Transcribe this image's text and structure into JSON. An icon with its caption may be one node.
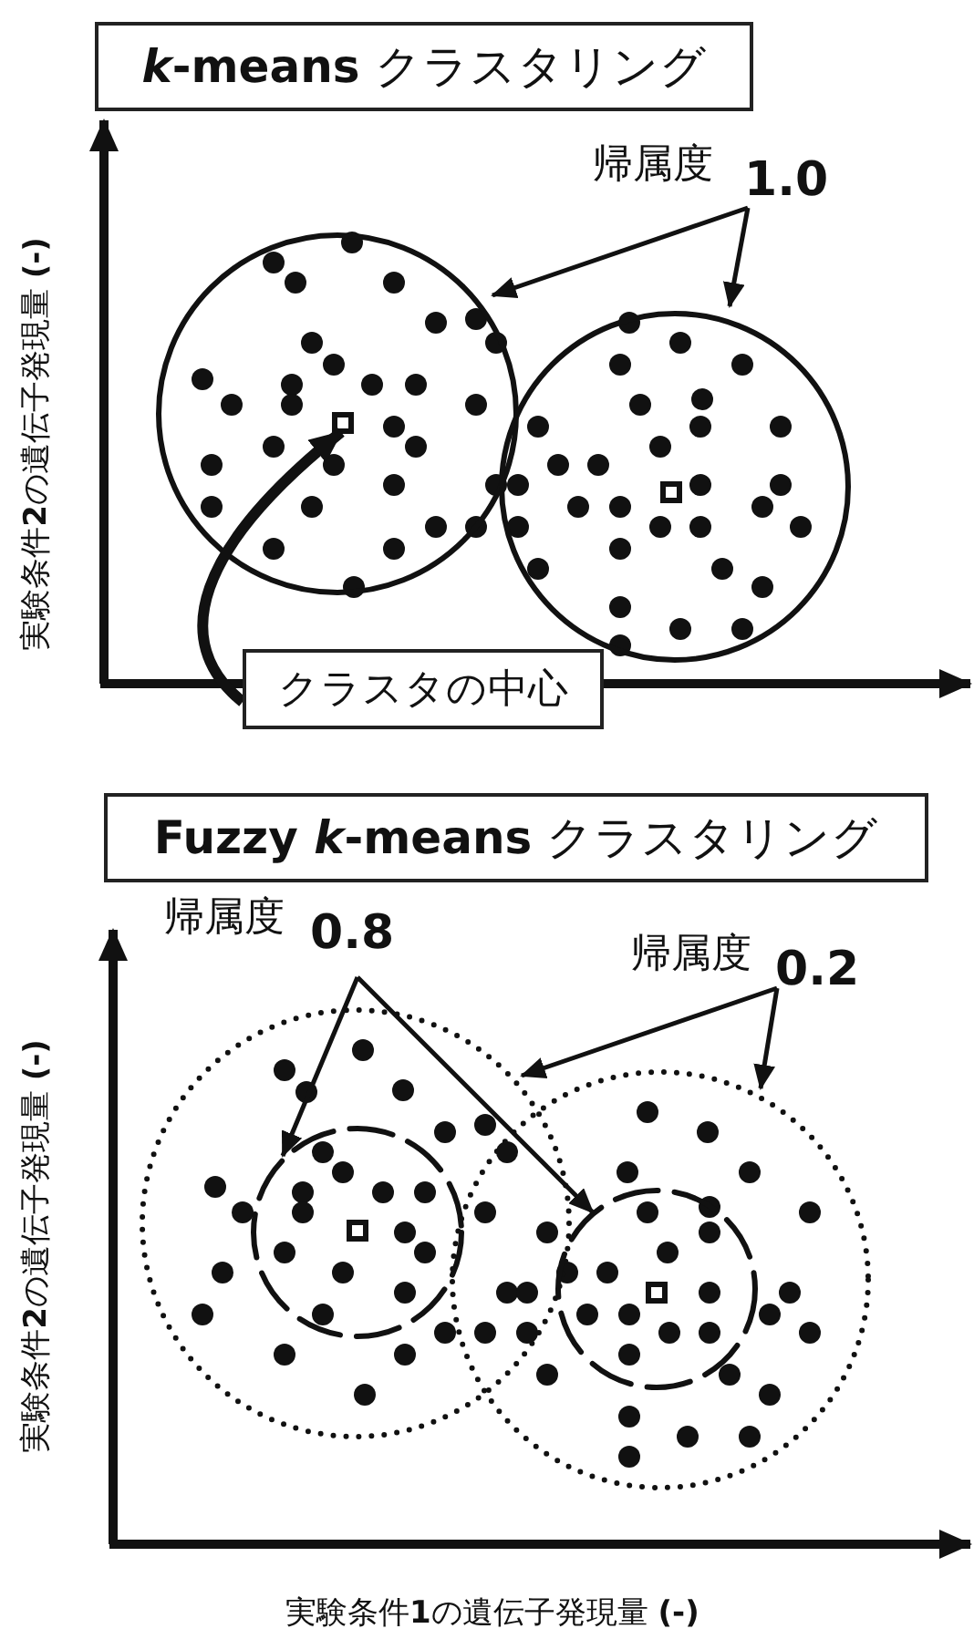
{
  "diagram": {
    "nodes": [
      {
        "text": [
          "***k*-means** クラスタリング"
        ]
      },
      {
        "text": [
          "帰属度",
          "1.0"
        ]
      },
      {
        "text": [],
        "shape": "circle"
      },
      {
        "text": [],
        "shape": "circle"
      },
      {
        "text": [],
        "shape": "box",
        "in": 2
      },
      {
        "text": [],
        "shape": "box",
        "in": 3
      },
      {
        "text": [
          "クラスタの中心"
        ]
      },
      {
        "text": [
          "**Fuzzy *k*-means** クラスタリング"
        ]
      },
      {
        "text": [
          "帰属度",
          "0.8"
        ]
      },
      {
        "text": [
          "帰属度",
          "0.2"
        ]
      },
      {
        "text": [],
        "shape": "circle"
      },
      {
        "text": [],
        "shape": "circle",
        "in": 10
      },
      {
        "text": [],
        "shape": "circle"
      },
      {
        "text": [],
        "shape": "circle",
        "in": 12
      },
      {
        "text": [],
        "shape": "box",
        "in": 11
      },
      {
        "text": [],
        "shape": "box",
        "in": 13
      }
    ],
    "edges": [
      {
        "from": 1,
        "to": 2,
        "arrow": "to"
      },
      {
        "from": 1,
        "to": 3,
        "arrow": "to"
      },
      {
        "from": 6,
        "to": 4,
        "arrow": "to",
        "style": "thick"
      },
      {
        "from": 8,
        "to": 11,
        "arrow": "to"
      },
      {
        "from": 8,
        "to": 13,
        "arrow": "to"
      },
      {
        "from": 9,
        "to": 10,
        "arrow": "to"
      },
      {
        "from": 9,
        "to": 12,
        "arrow": "to"
      }
    ],
    "labels": [
      "実験条件**2**の遺伝子発現量 **(-)**",
      "実験条件**2**の遺伝子発現量 **(-)**",
      "実験条件**1**の遺伝子発現量 **(-)**"
    ]
  }
}
